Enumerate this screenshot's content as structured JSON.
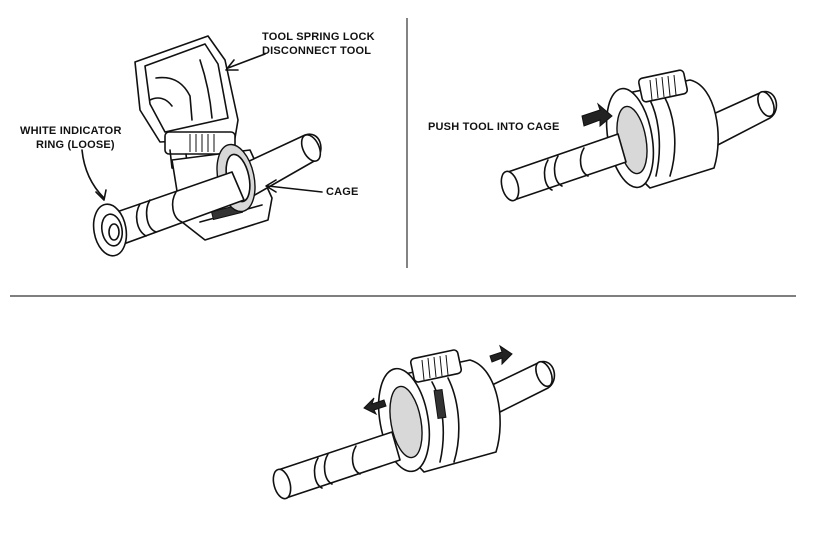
{
  "labels": {
    "tool": [
      "TOOL SPRING LOCK",
      "DISCONNECT TOOL"
    ],
    "indicator": [
      "WHITE INDICATOR",
      "RING (LOOSE)"
    ],
    "cage": "CAGE",
    "push": "PUSH TOOL INTO CAGE"
  },
  "colors": {
    "line": "#111111",
    "background": "#ffffff",
    "shade": "#d8d8d8"
  }
}
